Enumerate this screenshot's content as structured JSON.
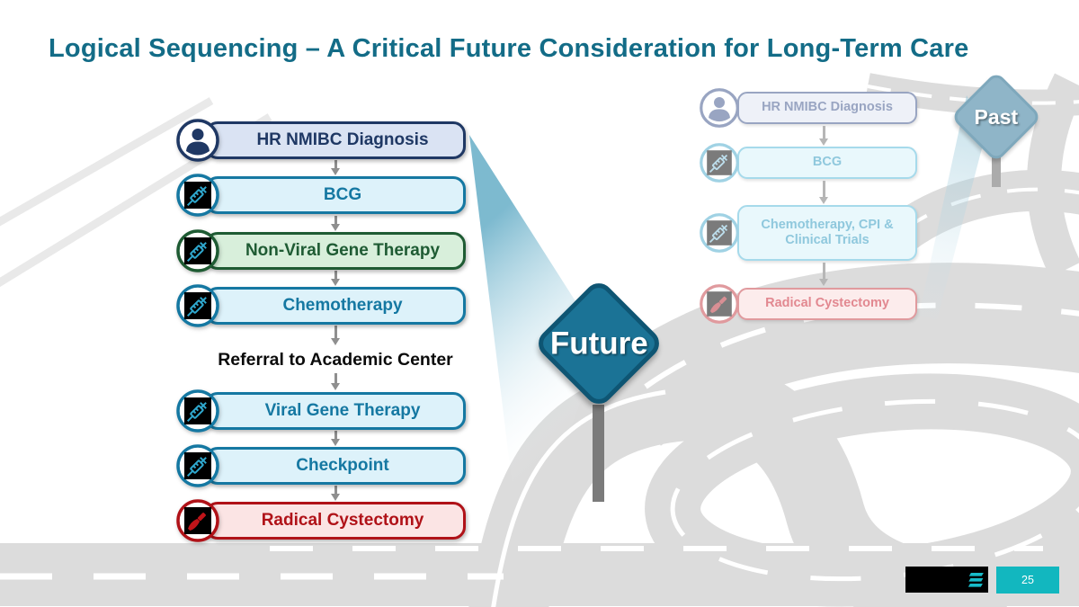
{
  "slide": {
    "title": "Logical Sequencing – A Critical Future Consideration for Long-Term Care",
    "page_number": "25"
  },
  "future_pathway": {
    "sign": "Future",
    "referral_note": "Referral to Academic Center",
    "steps": [
      {
        "label": "HR NMIBC Diagnosis",
        "icon": "patient-icon"
      },
      {
        "label": "BCG",
        "icon": "syringe-icon"
      },
      {
        "label": "Non-Viral Gene Therapy",
        "icon": "syringe-icon"
      },
      {
        "label": "Chemotherapy",
        "icon": "syringe-icon"
      },
      {
        "label": "Viral Gene Therapy",
        "icon": "syringe-icon"
      },
      {
        "label": "Checkpoint",
        "icon": "syringe-icon"
      },
      {
        "label": "Radical Cystectomy",
        "icon": "scalpel-icon"
      }
    ]
  },
  "past_pathway": {
    "sign": "Past",
    "steps": [
      {
        "label": "HR NMIBC Diagnosis",
        "icon": "patient-icon"
      },
      {
        "label": "BCG",
        "icon": "syringe-icon"
      },
      {
        "label": "Chemotherapy, CPI & Clinical Trials",
        "icon": "syringe-icon"
      },
      {
        "label": "Radical Cystectomy",
        "icon": "scalpel-icon"
      }
    ]
  },
  "colors": {
    "title_teal": "#136C87",
    "future_sign": "#1B7396",
    "past_sign": "#8FB5C8",
    "step_teal": "#1578A2",
    "step_navy": "#1F3864",
    "step_green": "#1E5B33",
    "step_red": "#B01218",
    "page_badge_teal": "#12B7BF",
    "road_grey": "#DCDCDC"
  }
}
